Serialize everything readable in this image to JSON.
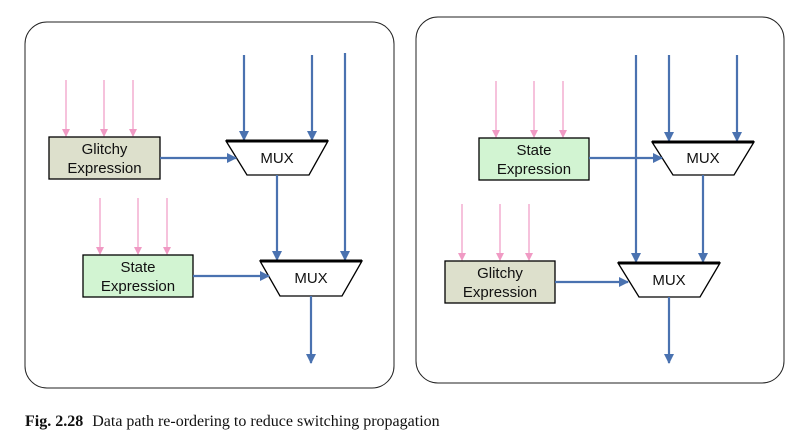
{
  "colors": {
    "glitchy_fill": "#dde0cc",
    "state_fill": "#d2f4d2",
    "signal_blue": "#4a72b0",
    "input_pink": "#f09ac4"
  },
  "panels": [
    {
      "id": "left",
      "block_top": {
        "label_line1": "Glitchy",
        "label_line2": "Expression",
        "kind": "glitchy"
      },
      "block_bottom": {
        "label_line1": "State",
        "label_line2": "Expression",
        "kind": "state"
      },
      "mux_top": {
        "label": "MUX"
      },
      "mux_bottom": {
        "label": "MUX"
      }
    },
    {
      "id": "right",
      "block_top": {
        "label_line1": "State",
        "label_line2": "Expression",
        "kind": "state"
      },
      "block_bottom": {
        "label_line1": "Glitchy",
        "label_line2": "Expression",
        "kind": "glitchy"
      },
      "mux_top": {
        "label": "MUX"
      },
      "mux_bottom": {
        "label": "MUX"
      }
    }
  ],
  "caption": {
    "number": "Fig. 2.28",
    "text": "Data path re-ordering to reduce switching propagation"
  }
}
